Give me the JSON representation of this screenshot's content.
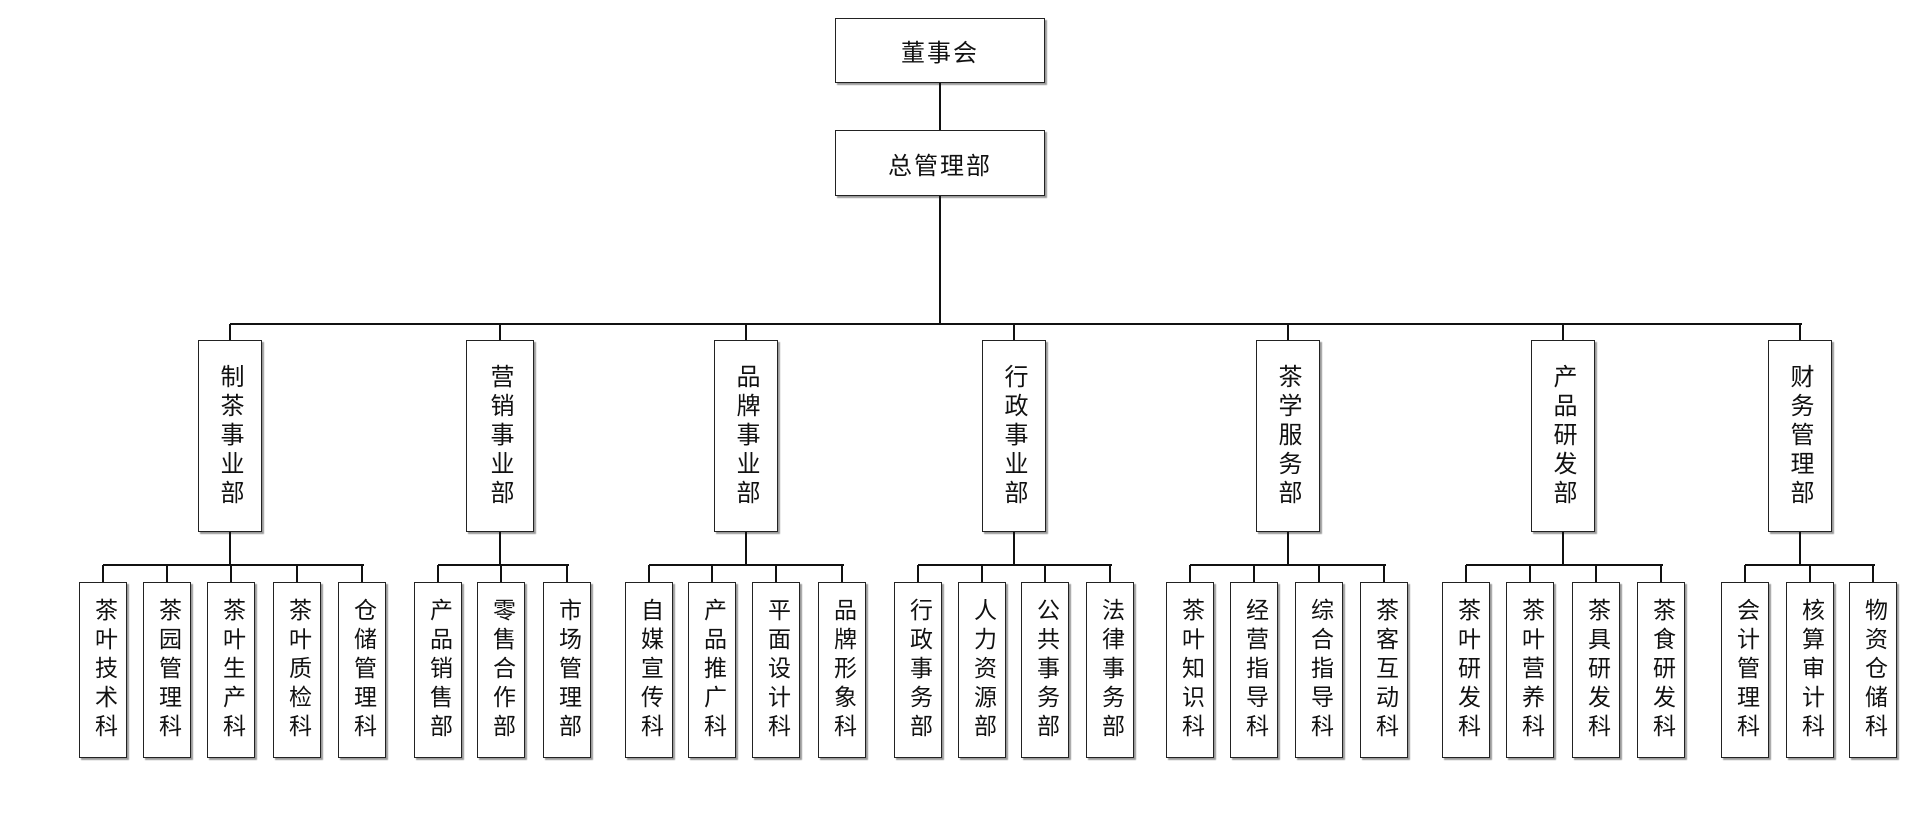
{
  "org": {
    "board": "董事会",
    "general": "总管理部",
    "departments": [
      {
        "name": "制茶事业部",
        "units": [
          "茶叶技术科",
          "茶园管理科",
          "茶叶生产科",
          "茶叶质检科",
          "仓储管理科"
        ]
      },
      {
        "name": "营销事业部",
        "units": [
          "产品销售部",
          "零售合作部",
          "市场管理部"
        ]
      },
      {
        "name": "品牌事业部",
        "units": [
          "自媒宣传科",
          "产品推广科",
          "平面设计科",
          "品牌形象科"
        ]
      },
      {
        "name": "行政事业部",
        "units": [
          "行政事务部",
          "人力资源部",
          "公共事务部",
          "法律事务部"
        ]
      },
      {
        "name": "茶学服务部",
        "units": [
          "茶叶知识科",
          "经营指导科",
          "综合指导科",
          "茶客互动科"
        ]
      },
      {
        "name": "产品研发部",
        "units": [
          "茶叶研发科",
          "茶叶营养科",
          "茶具研发科",
          "茶食研发科"
        ]
      },
      {
        "name": "财务管理部",
        "units": [
          "会计管理科",
          "核算审计科",
          "物资仓储科"
        ]
      }
    ]
  }
}
